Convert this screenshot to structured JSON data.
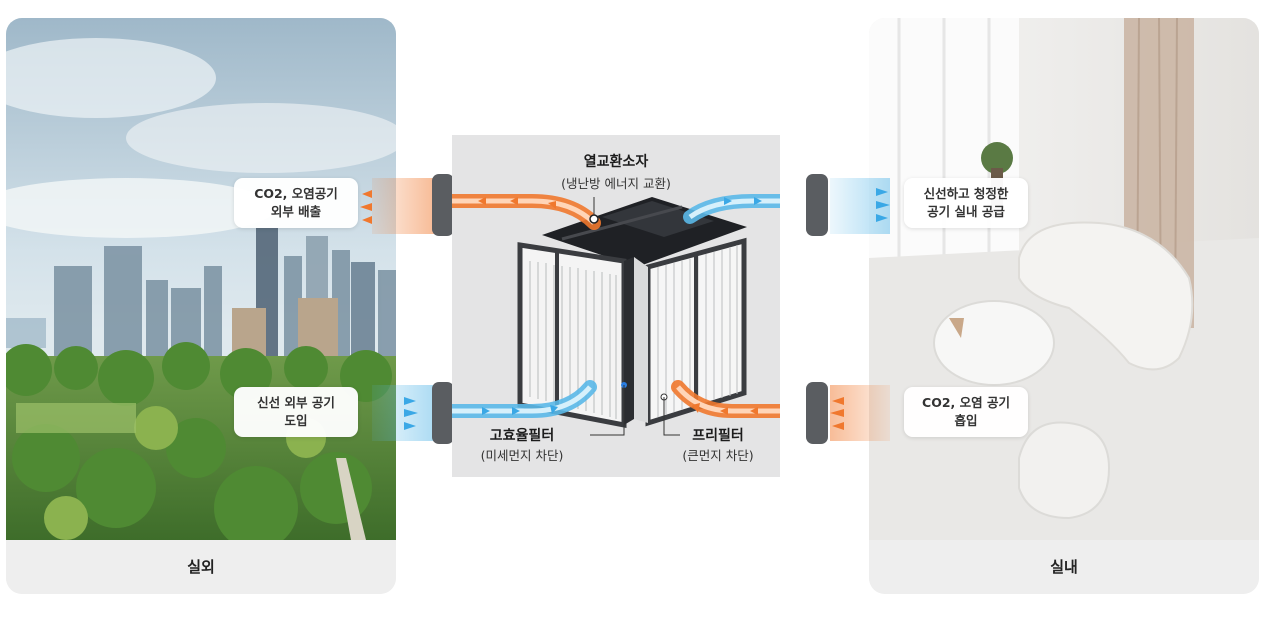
{
  "outdoor": {
    "caption": "실외",
    "exhaust_label_line1": "CO2, 오염공기",
    "exhaust_label_line2": "외부 배출",
    "intake_label_line1": "신선 외부 공기",
    "intake_label_line2": "도입"
  },
  "indoor": {
    "caption": "실내",
    "supply_label_line1": "신선하고 청정한",
    "supply_label_line2": "공기 실내 공급",
    "return_label_line1": "CO2, 오염 공기",
    "return_label_line2": "흡입"
  },
  "unit": {
    "core_title": "열교환소자",
    "core_sub": "(냉난방 에너지 교환)",
    "hepa_title": "고효율필터",
    "hepa_sub": "(미세먼지 차단)",
    "prefilter_title": "프리필터",
    "prefilter_sub": "(큰먼지 차단)"
  },
  "colors": {
    "warm_flow": "#f0782e",
    "cool_flow": "#5ab8e8",
    "panel_caption_bg": "#eeeeee"
  }
}
